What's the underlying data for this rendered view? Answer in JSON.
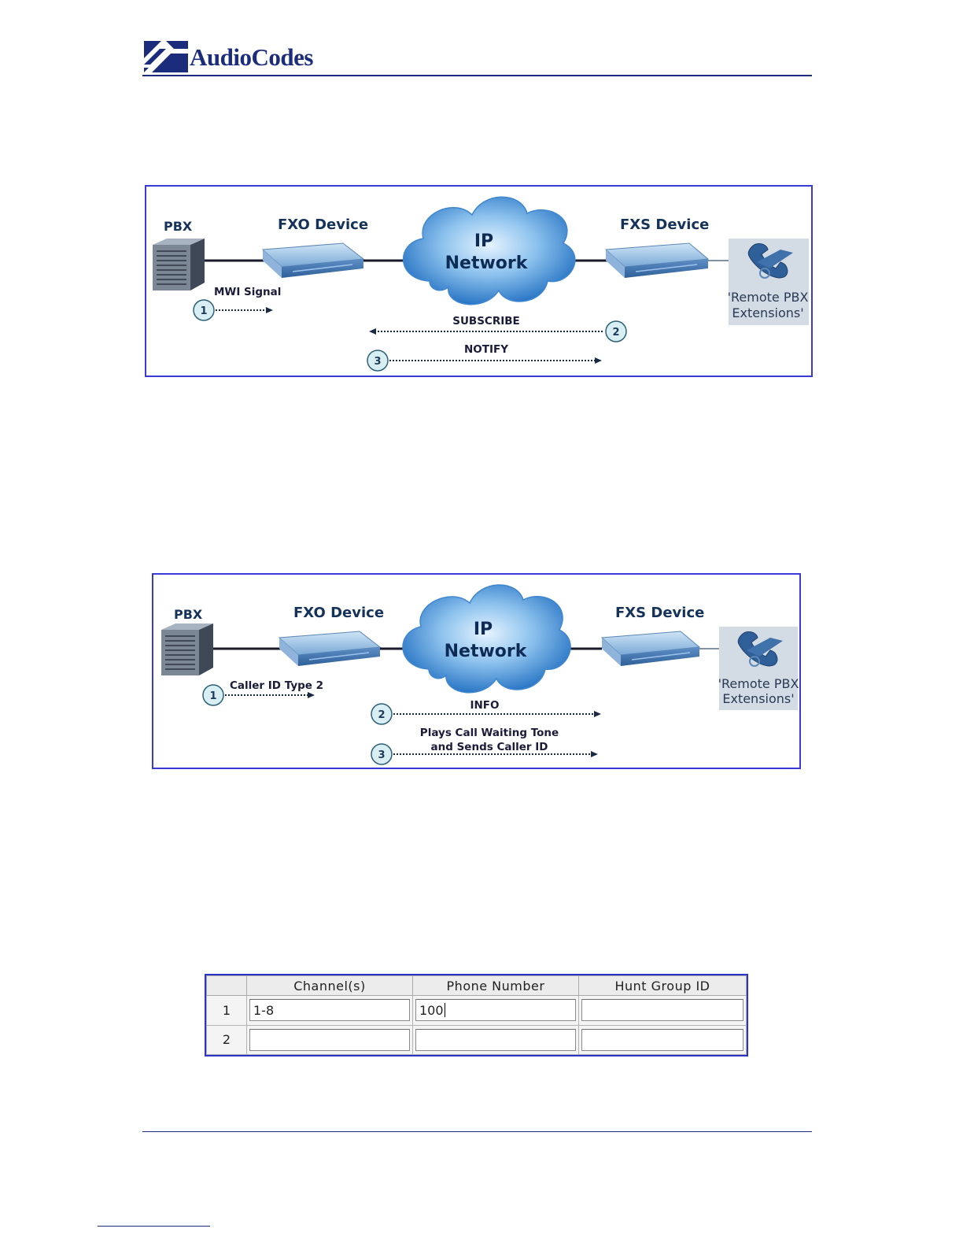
{
  "header": {
    "brand": "AudioCodes"
  },
  "figure1": {
    "pbx": "PBX",
    "fxo": "FXO Device",
    "fxs": "FXS Device",
    "net_line1": "IP",
    "net_line2": "Network",
    "remote_line1": "'Remote PBX",
    "remote_line2": "Extensions'",
    "step1_num": "1",
    "step1_label": "MWI Signal",
    "step2_num": "2",
    "step2_label": "SUBSCRIBE",
    "step3_num": "3",
    "step3_label": "NOTIFY"
  },
  "figure2": {
    "pbx": "PBX",
    "fxo": "FXO Device",
    "fxs": "FXS Device",
    "net_line1": "IP",
    "net_line2": "Network",
    "remote_line1": "'Remote PBX",
    "remote_line2": "Extensions'",
    "step1_num": "1",
    "step1_label": "Caller ID Type 2",
    "step2_num": "2",
    "step2_label": "INFO",
    "step3_num": "3",
    "step3_label_line1": "Plays Call Waiting Tone",
    "step3_label_line2": "and Sends Caller ID"
  },
  "table": {
    "headers": [
      "",
      "Channel(s)",
      "Phone Number",
      "Hunt Group ID"
    ],
    "rows": [
      {
        "index": "1",
        "channels": "1-8",
        "phone": "100",
        "hunt": ""
      },
      {
        "index": "2",
        "channels": "",
        "phone": "",
        "hunt": ""
      }
    ]
  }
}
